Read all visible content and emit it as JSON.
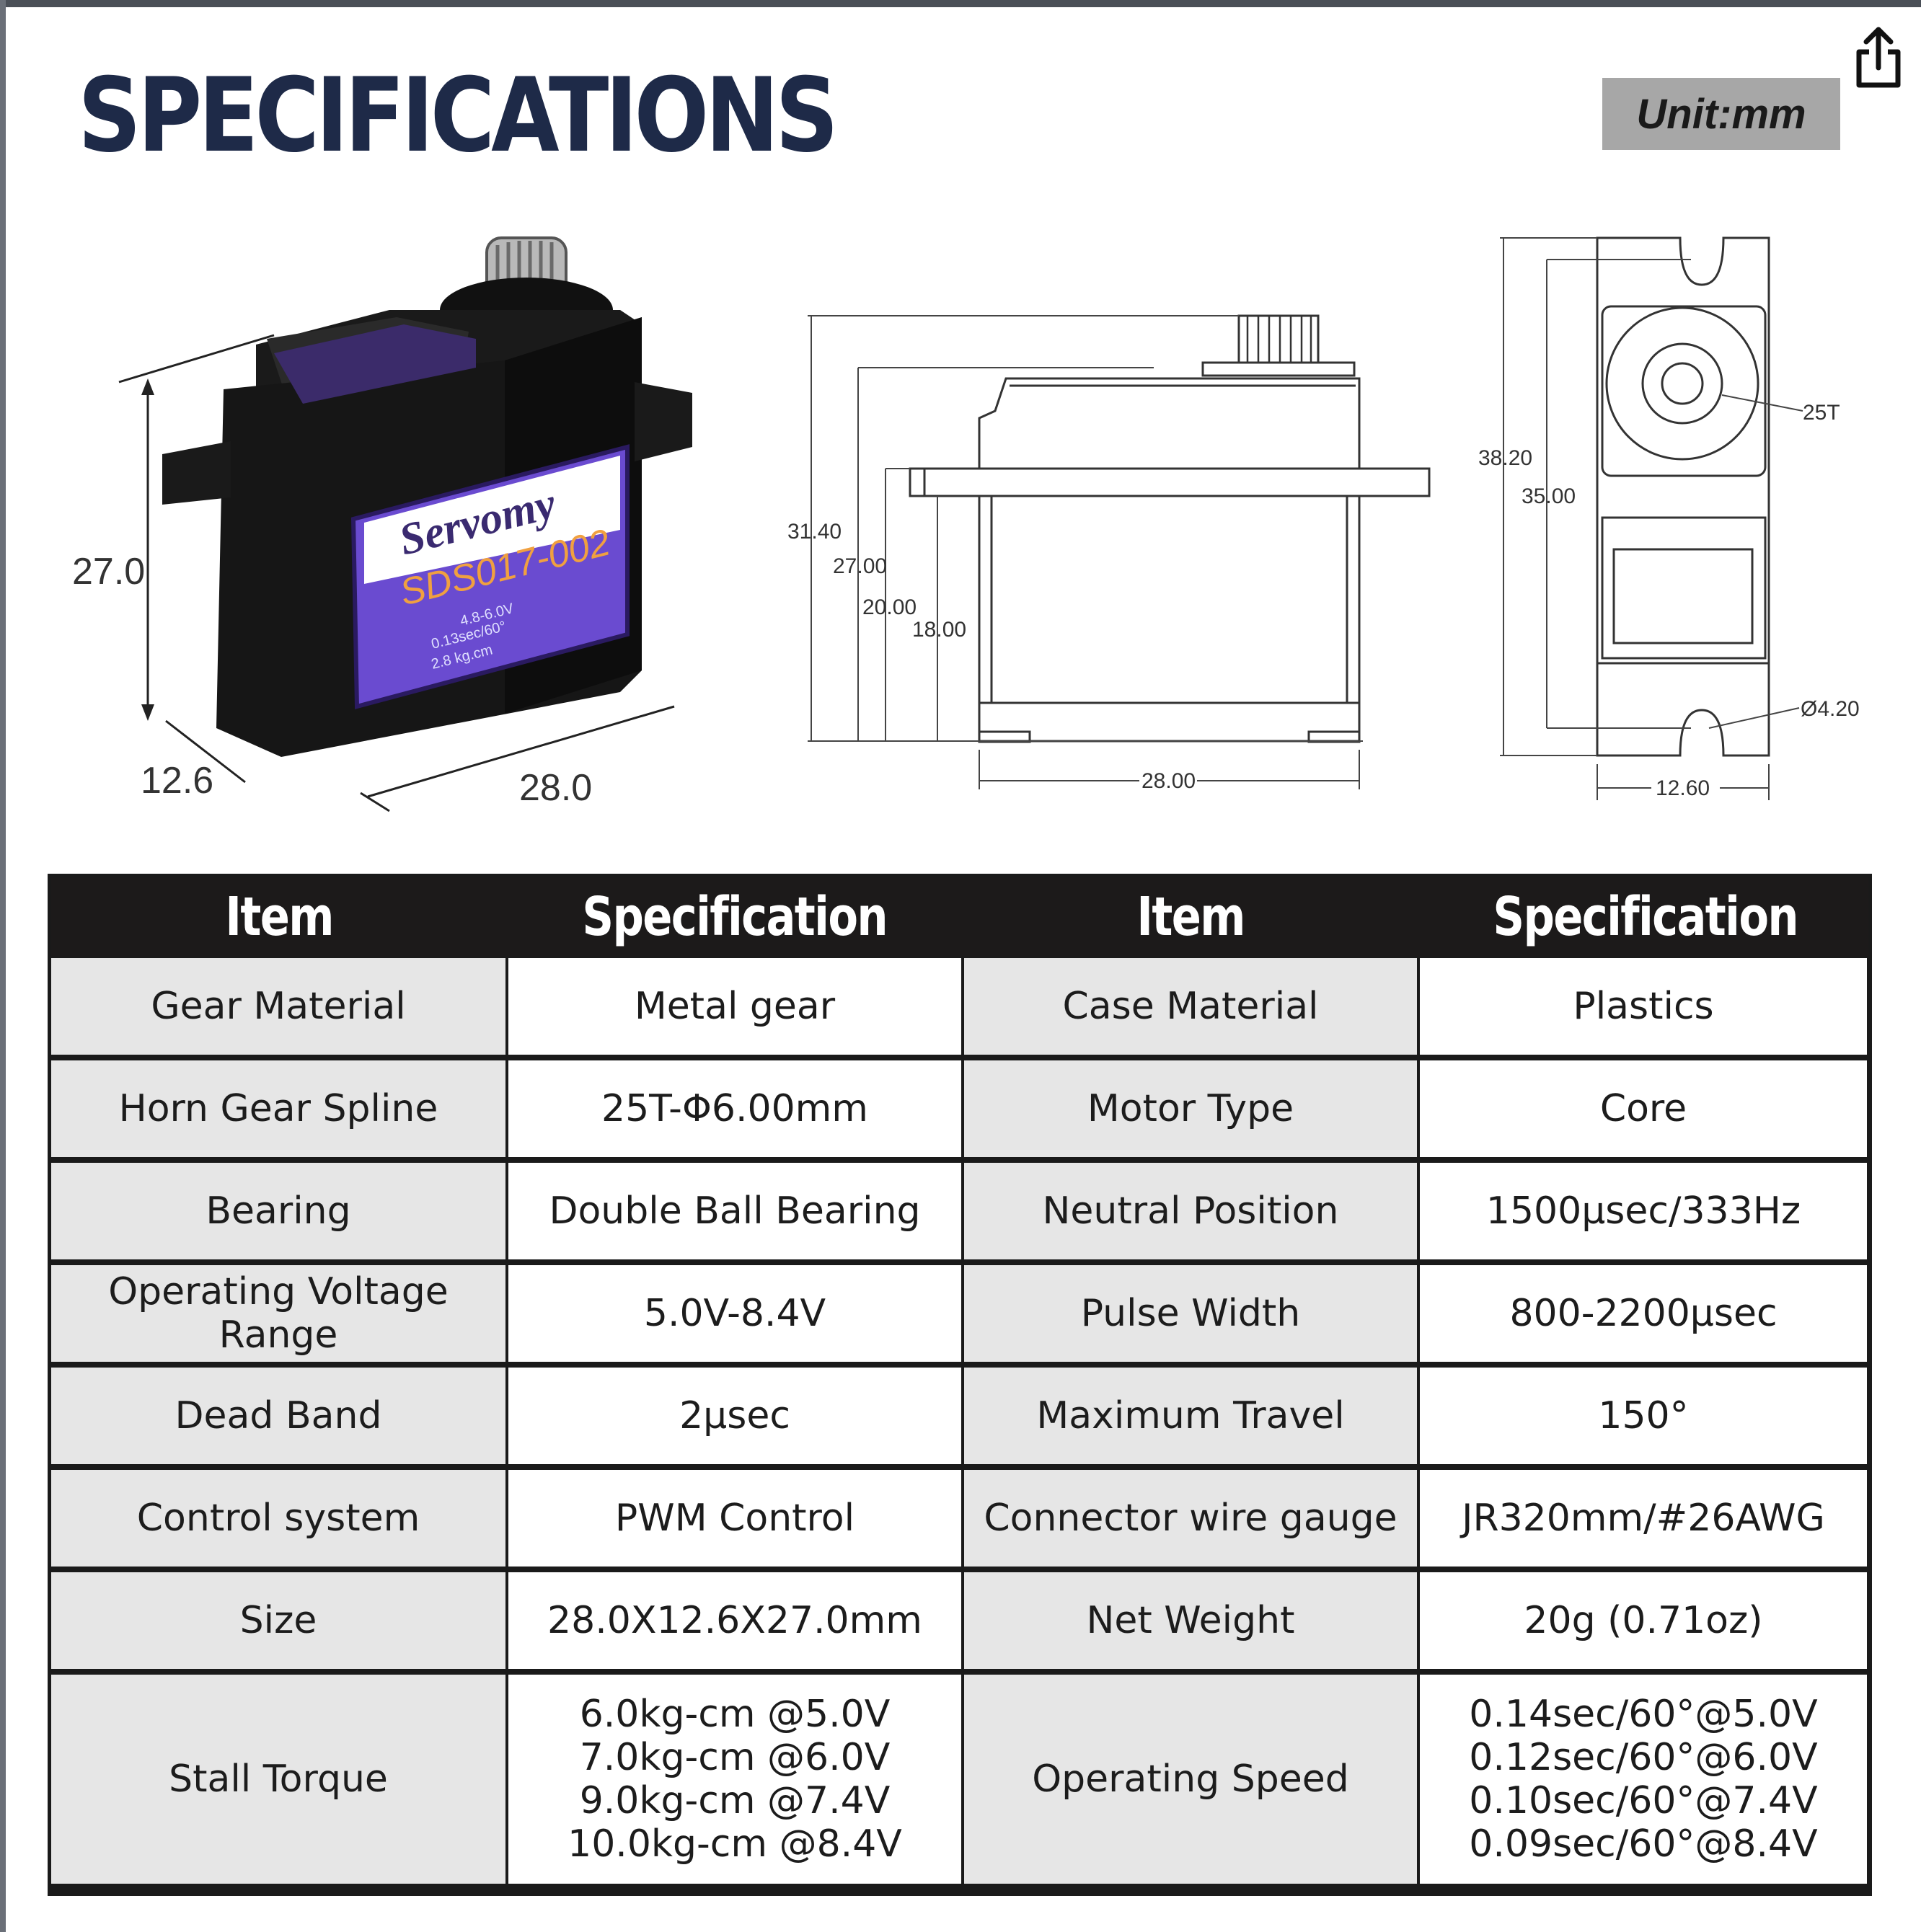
{
  "header": {
    "title": "SPECIFICATIONS",
    "unit": "Unit:mm"
  },
  "product": {
    "brand": "Servomy",
    "model": "SDS017-002",
    "label_lines": [
      "4.8-6.0V",
      "0.13sec/60°",
      "2.8 kg.cm"
    ]
  },
  "dimensions_3d": {
    "height": "27.0",
    "depth": "12.6",
    "width": "28.0"
  },
  "dimensions_side": {
    "total_height": "31.40",
    "h27": "27.00",
    "h20": "20.00",
    "h18": "18.00",
    "width": "28.00"
  },
  "dimensions_front": {
    "total_height": "38.20",
    "hole_spacing": "35.00",
    "spline": "25T",
    "hole_diameter": "Ø4.20",
    "width": "12.60"
  },
  "table": {
    "headers": [
      "Item",
      "Specification",
      "Item",
      "Specification"
    ],
    "rows": [
      [
        "Gear Material",
        "Metal gear",
        "Case Material",
        "Plastics"
      ],
      [
        "Horn Gear Spline",
        "25T-Φ6.00mm",
        "Motor Type",
        "Core"
      ],
      [
        "Bearing",
        "Double Ball Bearing",
        "Neutral Position",
        "1500μsec/333Hz"
      ],
      [
        "Operating Voltage Range",
        "5.0V-8.4V",
        "Pulse Width",
        "800-2200μsec"
      ],
      [
        "Dead Band",
        "2μsec",
        "Maximum Travel",
        "150°"
      ],
      [
        "Control system",
        "PWM Control",
        "Connector wire gauge",
        "JR320mm/#26AWG"
      ],
      [
        "Size",
        "28.0X12.6X27.0mm",
        "Net Weight",
        "20g (0.71oz)"
      ],
      [
        "Stall Torque",
        "6.0kg-cm  @5.0V\n7.0kg-cm  @6.0V\n9.0kg-cm  @7.4V\n10.0kg-cm  @8.4V",
        "Operating Speed",
        "0.14sec/60°@5.0V\n0.12sec/60°@6.0V\n0.10sec/60°@7.4V\n0.09sec/60°@8.4V"
      ]
    ]
  }
}
